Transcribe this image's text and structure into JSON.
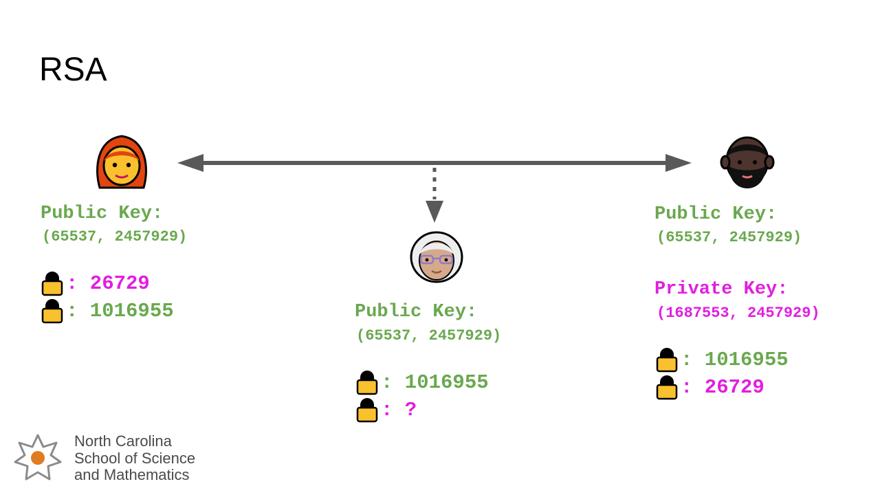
{
  "slide": {
    "title": "RSA"
  },
  "alice": {
    "public_key_label": "Public Key:",
    "public_key_value": "(65537, 2457929)",
    "rows": [
      {
        "text": ": 26729",
        "color": "#e11ee1"
      },
      {
        "text": ": 1016955",
        "color": "#6aa84f"
      }
    ]
  },
  "eve": {
    "public_key_label": "Public Key:",
    "public_key_value": "(65537, 2457929)",
    "rows": [
      {
        "text": ": 1016955",
        "color": "#6aa84f"
      },
      {
        "text": ": ?",
        "color": "#e11ee1"
      }
    ]
  },
  "bob": {
    "public_key_label": "Public Key:",
    "public_key_value": "(65537, 2457929)",
    "private_key_label": "Private Key:",
    "private_key_value": "(1687553, 2457929)",
    "rows": [
      {
        "text": ": 1016955",
        "color": "#6aa84f"
      },
      {
        "text": ": 26729",
        "color": "#e11ee1"
      }
    ]
  },
  "logo": {
    "line1": "North Carolina",
    "line2": "School of Science",
    "line3": "and Mathematics"
  },
  "colors": {
    "green": "#6aa84f",
    "magenta": "#e11ee1",
    "arrow": "#595959",
    "lock_body": "#f9c12e",
    "logo_orange": "#e07b24"
  },
  "icons": {
    "alice": "woman-red-hair-face-icon",
    "eve": "old-woman-face-icon",
    "bob": "bearded-man-face-icon",
    "lock": "lock-icon",
    "logo": "ncssm-star-logo-icon"
  }
}
